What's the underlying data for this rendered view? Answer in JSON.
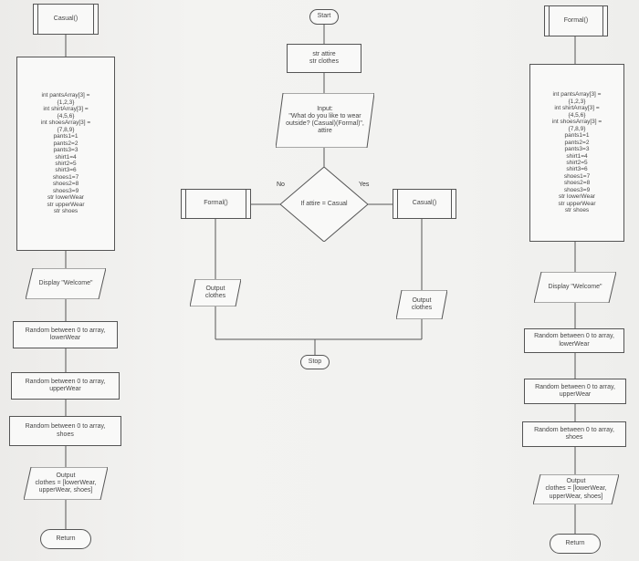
{
  "left": {
    "header": "Casual()",
    "declarations": "int pantsArray[3] =\n{1,2,3}\nint shirtArray[3] =\n{4,5,6}\nint shoesArray[3] =\n{7,8,9}\npants1=1\npants2=2\npants3=3\nshirt1=4\nshirt2=5\nshirt3=6\nshoes1=7\nshoes2=8\nshoes3=9\nstr lowerWear\nstr upperWear\nstr shoes",
    "display": "Display \"Welcome\"",
    "random_lower": "Random between 0 to array,\nlowerWear",
    "random_upper": "Random between 0 to array,\nupperWear",
    "random_shoes": "Random between 0 to array,\nshoes",
    "output": "Output\nclothes = [lowerWear,\nupperWear, shoes]",
    "return": "Return"
  },
  "middle": {
    "start": "Start",
    "declare": "str attire\nstr clothes",
    "input": "Input:\n\"What do you like to wear\noutside? (Casual)(Formal)\",\nattire",
    "decision": "If attire = Casual",
    "yes_label": "Yes",
    "no_label": "No",
    "call_formal": "Formal()",
    "call_casual": "Casual()",
    "output_left": "Output\nclothes",
    "output_right": "Output\nclothes",
    "stop": "Stop"
  },
  "right": {
    "header": "Formal()",
    "declarations": "int pantsArray[3] =\n{1,2,3}\nint shirtArray[3] =\n{4,5,6}\nint shoesArray[3] =\n{7,8,9}\npants1=1\npants2=2\npants3=3\nshirt1=4\nshirt2=5\nshirt3=6\nshoes1=7\nshoes2=8\nshoes3=9\nstr lowerWear\nstr upperWear\nstr shoes",
    "display": "Display \"Welcome\"",
    "random_lower": "Random between 0 to array,\nlowerWear",
    "random_upper": "Random between 0 to array,\nupperWear",
    "random_shoes": "Random between 0 to array,\nshoes",
    "output": "Output\nclothes = [lowerWear,\nupperWear, shoes]",
    "return": "Return"
  }
}
